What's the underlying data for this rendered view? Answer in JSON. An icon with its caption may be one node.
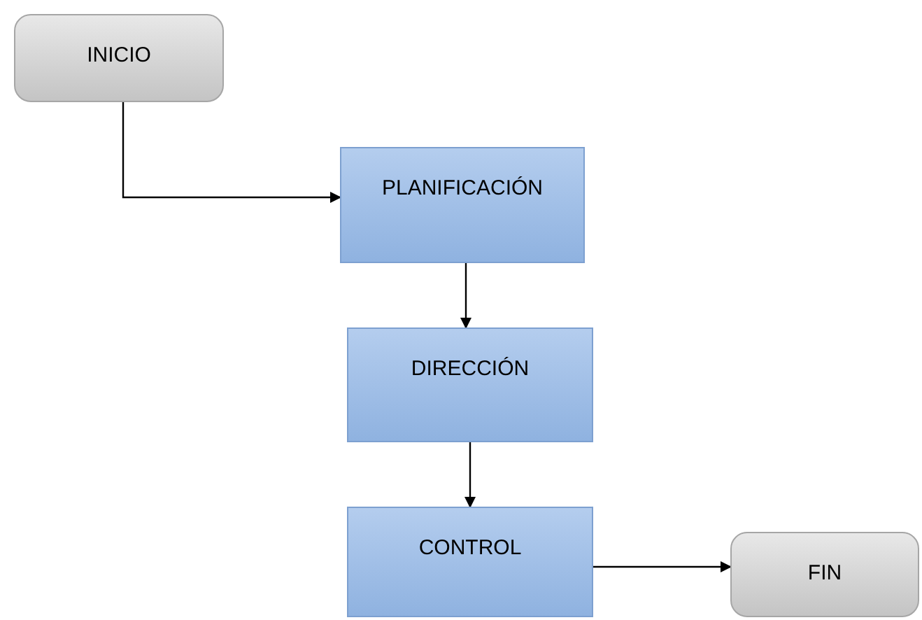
{
  "diagram": {
    "nodes": [
      {
        "text": [
          "INICIO"
        ]
      },
      {
        "text": [
          "PLANIFICACIÓN"
        ]
      },
      {
        "text": [
          "DIRECCIÓN"
        ]
      },
      {
        "text": [
          "CONTROL"
        ]
      },
      {
        "text": [
          "FIN"
        ]
      }
    ],
    "edges": [
      {
        "from": 0,
        "to": 1,
        "arrow": "to"
      },
      {
        "from": 1,
        "to": 2,
        "arrow": "to"
      },
      {
        "from": 2,
        "to": 3,
        "arrow": "to"
      },
      {
        "from": 3,
        "to": 4,
        "arrow": "to"
      }
    ]
  }
}
